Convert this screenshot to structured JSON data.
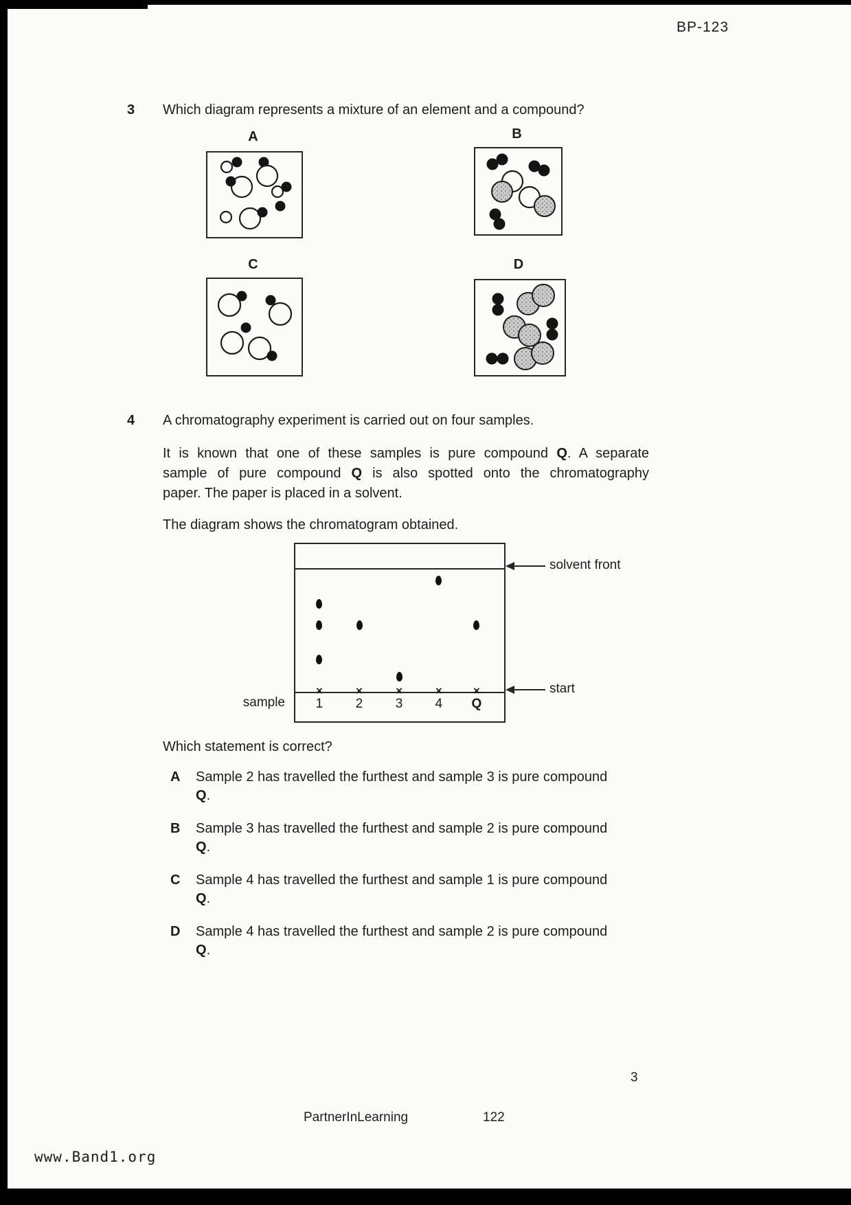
{
  "page": {
    "doc_ref": "BP-123",
    "page_number": "3",
    "footer_brand": "PartnerInLearning",
    "footer_page": "122",
    "watermark": "www.Band1.org"
  },
  "q3": {
    "number": "3",
    "prompt": "Which diagram represents a mixture of an element and a compound?",
    "labels": {
      "a": "A",
      "b": "B",
      "c": "C",
      "d": "D"
    }
  },
  "q4": {
    "number": "4",
    "intro": "A chromatography experiment is carried out on four samples.",
    "para1_lines": [
      "It is known that one of these samples is pure compound Q. A separate",
      "sample of pure compound Q is also spotted onto the chromatography",
      "paper. The paper is placed in a solvent."
    ],
    "para2": "The diagram shows the chromatogram obtained.",
    "question": "Which statement is correct?",
    "choices": [
      {
        "letter": "A",
        "line1": "Sample 2 has travelled the furthest and sample 3 is pure compound",
        "line2": "Q."
      },
      {
        "letter": "B",
        "line1": "Sample 3 has travelled the furthest and sample 2 is pure compound",
        "line2": "Q."
      },
      {
        "letter": "C",
        "line1": "Sample 4 has travelled the furthest and sample 1 is pure compound",
        "line2": "Q."
      },
      {
        "letter": "D",
        "line1": "Sample 4 has travelled the furthest and sample 2 is pure compound",
        "line2": "Q."
      }
    ]
  },
  "chromatogram": {
    "sample_label": "sample",
    "solvent_front_label": "solvent front",
    "start_label": "start",
    "lanes": [
      {
        "label": "1",
        "x": 0.115,
        "spots": [
          0.71,
          0.54,
          0.26
        ]
      },
      {
        "label": "2",
        "x": 0.306,
        "spots": [
          0.54
        ]
      },
      {
        "label": "3",
        "x": 0.497,
        "spots": [
          0.12
        ]
      },
      {
        "label": "4",
        "x": 0.687,
        "spots": [
          0.9
        ]
      },
      {
        "label": "Q",
        "x": 0.868,
        "spots": [
          0.54
        ]
      }
    ]
  }
}
